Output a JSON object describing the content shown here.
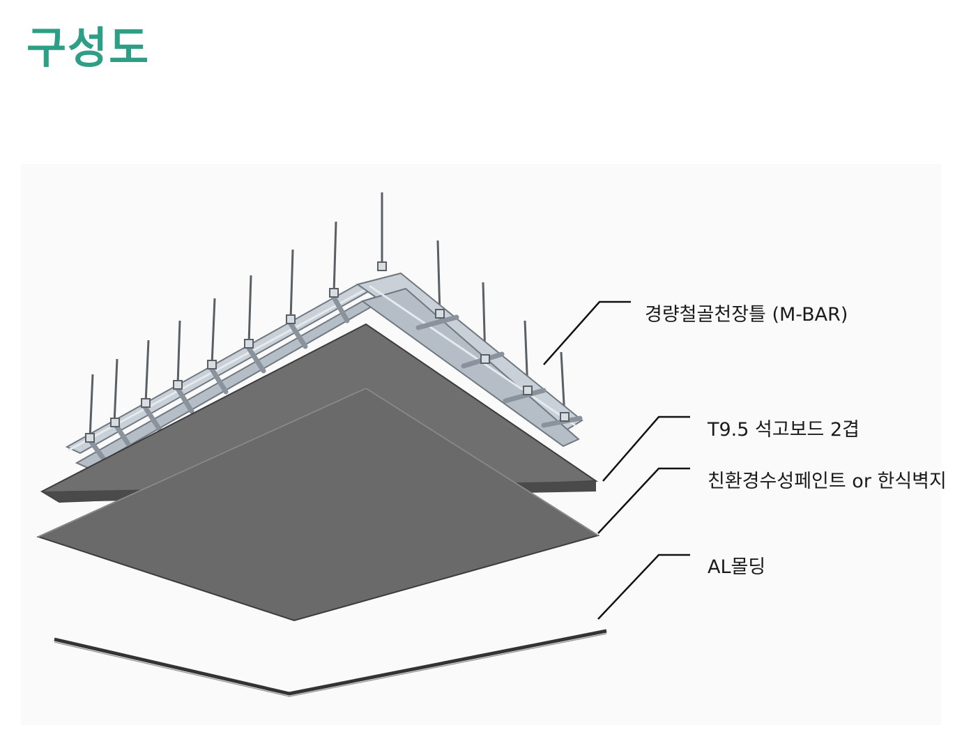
{
  "title": "구성도",
  "labels": {
    "mbar": "경량철골천장틀 (M-BAR)",
    "gypsum": "T9.5 석고보드 2겹",
    "paint": "친환경수성페인트 or 한식벽지",
    "molding": "AL몰딩"
  },
  "colors": {
    "title": "#2e9e86",
    "board": "#6a6a6a",
    "board_edge": "#3c3c3c",
    "frame": "#a9b2bc",
    "leader": "#111111"
  }
}
